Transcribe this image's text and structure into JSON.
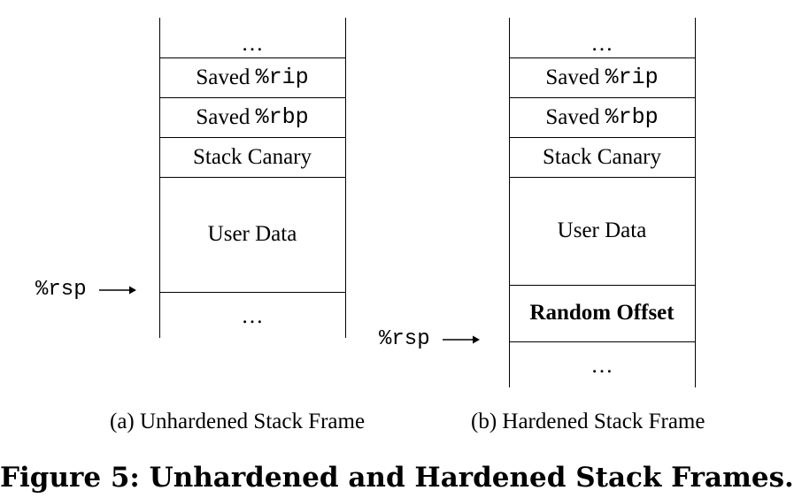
{
  "stacks": [
    {
      "cells": {
        "top_ellipsis": "…",
        "saved_rip_prefix": "Saved ",
        "saved_rip_reg": "%rip",
        "saved_rbp_prefix": "Saved ",
        "saved_rbp_reg": "%rbp",
        "stack_canary": "Stack Canary",
        "user_data": "User Data",
        "bottom_ellipsis": "…"
      },
      "pointer": "%rsp",
      "caption": "(a) Unhardened Stack Frame"
    },
    {
      "cells": {
        "top_ellipsis": "…",
        "saved_rip_prefix": "Saved ",
        "saved_rip_reg": "%rip",
        "saved_rbp_prefix": "Saved ",
        "saved_rbp_reg": "%rbp",
        "stack_canary": "Stack Canary",
        "user_data": "User Data",
        "random_offset": "Random Offset",
        "bottom_ellipsis": "…"
      },
      "pointer": "%rsp",
      "caption": "(b) Hardened Stack Frame"
    }
  ],
  "figure_caption": "Figure 5: Unhardened and Hardened Stack Frames."
}
